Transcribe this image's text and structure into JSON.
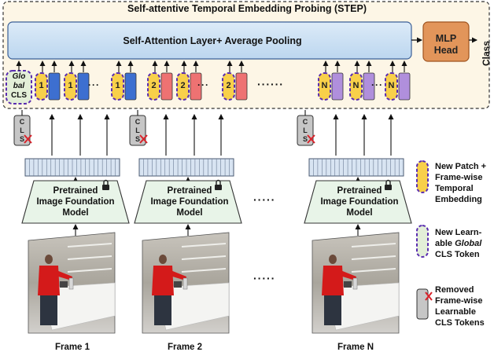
{
  "title": "Self-attentive Temporal Embedding Probing (STEP)",
  "attention_layer": "Self-Attention Layer+ Average Pooling",
  "mlp_head": {
    "line1": "MLP",
    "line2": "Head"
  },
  "class_label": "Class",
  "global_cls_token": {
    "line1": "Glo",
    "line2": "bal",
    "line3": "CLS"
  },
  "token_groups": [
    {
      "label": "1",
      "color": "#3d6fd0"
    },
    {
      "label": "2",
      "color": "#ee7272"
    },
    {
      "label": "N",
      "color": "#b08fdc"
    }
  ],
  "ellipsis_small": "···",
  "ellipsis_large": "······",
  "ellipsis_model": "·····",
  "ellipsis_frames": "·····",
  "frame_cls": {
    "c": "C",
    "l": "L",
    "s": "S"
  },
  "model_label": {
    "line1": "Pretrained",
    "line2": "Image Foundation",
    "line3": "Model"
  },
  "frames": [
    "Frame 1",
    "Frame 2",
    "Frame N"
  ],
  "legend": {
    "patch": {
      "line1": "New Patch +",
      "line2": "Frame-wise",
      "line3": "Temporal",
      "line4": "Embedding"
    },
    "cls": {
      "line1": "New Learn-",
      "line2": "able",
      "line2_italic": "Global",
      "line3": "CLS Token"
    },
    "removed": {
      "line1": "Removed",
      "line2": "Frame-wise",
      "line3": "Learnable",
      "line4": "CLS Tokens"
    }
  },
  "colors": {
    "step_background": "#fdf6e6",
    "attention_fill": "#cfe2f5",
    "mlp_fill": "#e2955a",
    "token_yellow": "#f8d04a",
    "dashed_border": "#5a2db0",
    "global_cls_fill": "#e3efd8",
    "model_fill": "#e8f4e8",
    "feature_fill": "#d8e4f2",
    "cls_gray": "#c6c6c6",
    "cross_red": "#d9232b"
  }
}
